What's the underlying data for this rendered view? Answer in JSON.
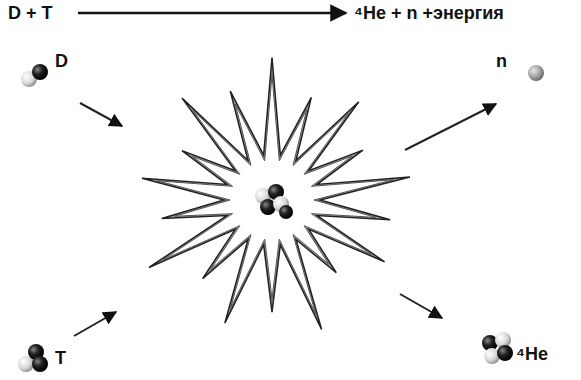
{
  "diagram": {
    "labels": [
      "D + T",
      "⁴He + n +энергия",
      "D",
      "n",
      "T",
      "⁴He"
    ]
  }
}
